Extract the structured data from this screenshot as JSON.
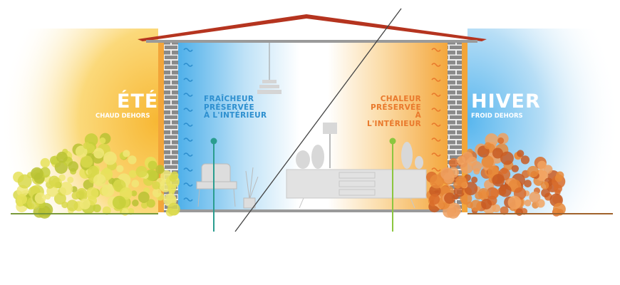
{
  "summer": {
    "title": "ÉTÉ",
    "subtitle": "CHAUD DEHORS",
    "inside": [
      "FRAÎCHEUR",
      "PRÉSERVÉE",
      "À L'INTÉRIEUR"
    ]
  },
  "winter": {
    "title": "HIVER",
    "subtitle": "FROID DEHORS",
    "inside": [
      "CHALEUR",
      "PRÉSERVÉE",
      "À L'INTÉRIEUR"
    ]
  },
  "colors": {
    "summer_out": "#f7b733",
    "summer_in": "#5ab4e8",
    "winter_in": "#f3a13c",
    "winter_out": "#6fc0ef",
    "cool_text": "#2d8fcf",
    "warm_text": "#e9792c",
    "roof": "#b5341f",
    "wall": "#8c8c8c",
    "insulation": "#f2a53a",
    "pin_cool": "#2a9d8f",
    "pin_warm": "#8cc63f"
  }
}
